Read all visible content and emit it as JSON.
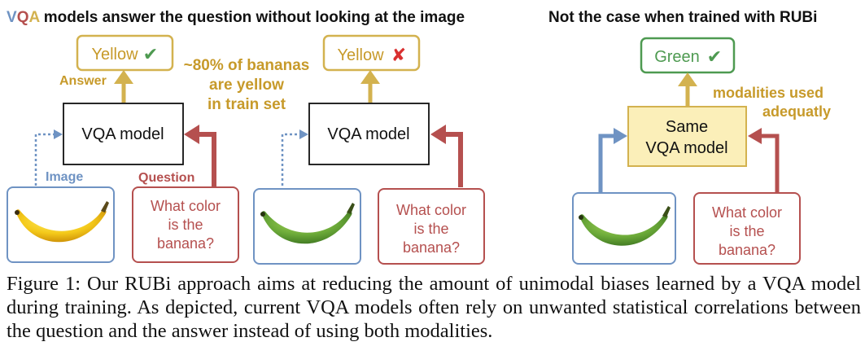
{
  "colors": {
    "blue": "#6f93c3",
    "red": "#b5504f",
    "gold": "#d3b24f",
    "gold_text": "#c79a2a",
    "green": "#4e9a51",
    "model_fill": "#fbefb9",
    "black": "#111111"
  },
  "title_left": {
    "prefix_v": "V",
    "prefix_q": "Q",
    "prefix_a": "A",
    "rest": " models answer the question without looking at the image"
  },
  "title_right": "Not the case when trained with RUBi",
  "panel1": {
    "answer_label": "Answer",
    "answer_text": "Yellow",
    "answer_mark": "✔",
    "model_text": "VQA model",
    "image_label": "Image",
    "question_label": "Question",
    "question_lines": [
      "What color",
      "is the",
      "banana?"
    ],
    "bias_note": [
      "~80% of bananas",
      "are yellow",
      "in train set"
    ]
  },
  "panel2": {
    "answer_text": "Yellow",
    "answer_mark": "✘",
    "model_text": "VQA model",
    "question_lines": [
      "What color",
      "is the",
      "banana?"
    ]
  },
  "panel3": {
    "answer_text": "Green",
    "answer_mark": "✔",
    "model_lines": [
      "Same",
      "VQA model"
    ],
    "note_lines": [
      "modalities used",
      "adequatly"
    ],
    "question_lines": [
      "What color",
      "is the",
      "banana?"
    ]
  },
  "caption": "Figure 1:  Our RUBi approach aims at reducing the amount of unimodal biases learned by a VQA model during training. As depicted, current VQA models often rely on unwanted statistical correlations between the question and the answer instead of using both modalities."
}
